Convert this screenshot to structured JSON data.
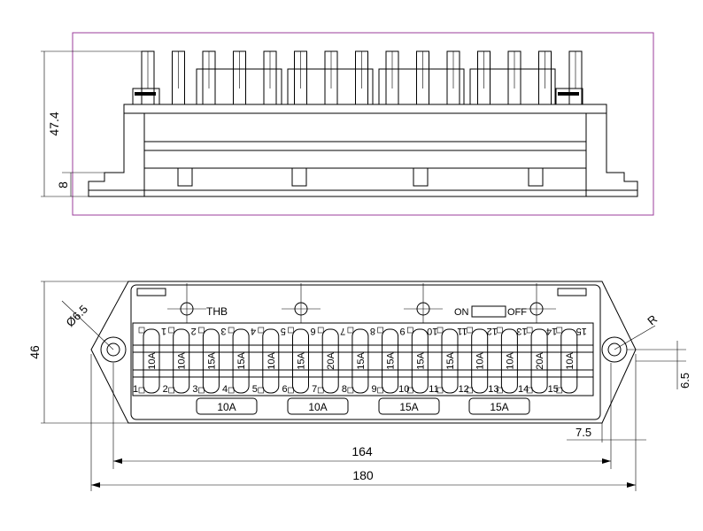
{
  "top_view": {
    "dim_height": "47.4",
    "dim_base": "8",
    "frame_color": "#9b3c9b"
  },
  "bottom_view": {
    "label_thb": "THB",
    "label_on": "ON",
    "label_off": "OFF",
    "dim_hole": "Ø6.5",
    "dim_radius": "R",
    "dim_height": "46",
    "dim_edge": "6.5",
    "dim_offset": "7.5",
    "dim_hole_pitch": "164",
    "dim_length": "180",
    "fuses": [
      "10A",
      "10A",
      "15A",
      "15A",
      "10A",
      "15A",
      "20A",
      "15A",
      "15A",
      "15A",
      "15A",
      "10A",
      "10A",
      "20A",
      "10A"
    ],
    "positions": [
      "1",
      "2",
      "3",
      "4",
      "5",
      "6",
      "7",
      "8",
      "9",
      "10",
      "11",
      "12",
      "13",
      "14",
      "15"
    ],
    "groups": [
      "10A",
      "10A",
      "15A",
      "15A"
    ]
  }
}
